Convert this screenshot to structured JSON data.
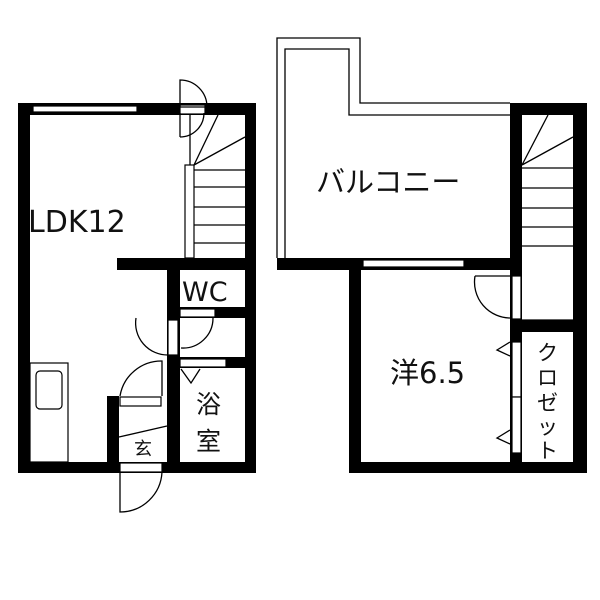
{
  "rooms": {
    "ldk": "LDK12",
    "wc": "WC",
    "bath_1": "浴",
    "bath_2": "室",
    "entrance": "玄",
    "balcony": "バルコニー",
    "western_room": "洋6.5",
    "closet": [
      "ク",
      "ロ",
      "ゼ",
      "ッ",
      "ト"
    ]
  },
  "colors": {
    "wall": "#000000",
    "background": "#ffffff"
  }
}
